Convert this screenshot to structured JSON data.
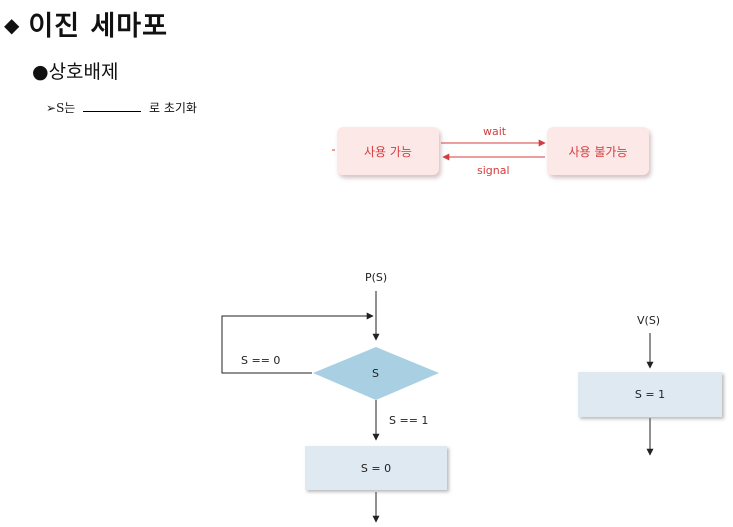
{
  "title": {
    "bullet": "◆",
    "text": "이진 세마포"
  },
  "subtitle": "●상호배제",
  "init_line": {
    "marker": "➢",
    "var": "S",
    "particle": "는",
    "suffix": "로 초기화"
  },
  "state_diagram": {
    "state_available": "사용 가능",
    "state_unavailable": "사용 불가능",
    "wait_label": "wait",
    "signal_label": "signal",
    "accent_color": "#d43c3c"
  },
  "p_flow": {
    "start_label": "P(S)",
    "decision_label": "S",
    "loop_label": "S == 0",
    "exit_label": "S == 1",
    "action_label": "S = 0",
    "decision_color": "#a9cfe3",
    "box_color": "#dfe9f2"
  },
  "v_flow": {
    "start_label": "V(S)",
    "action_label": "S = 1"
  }
}
